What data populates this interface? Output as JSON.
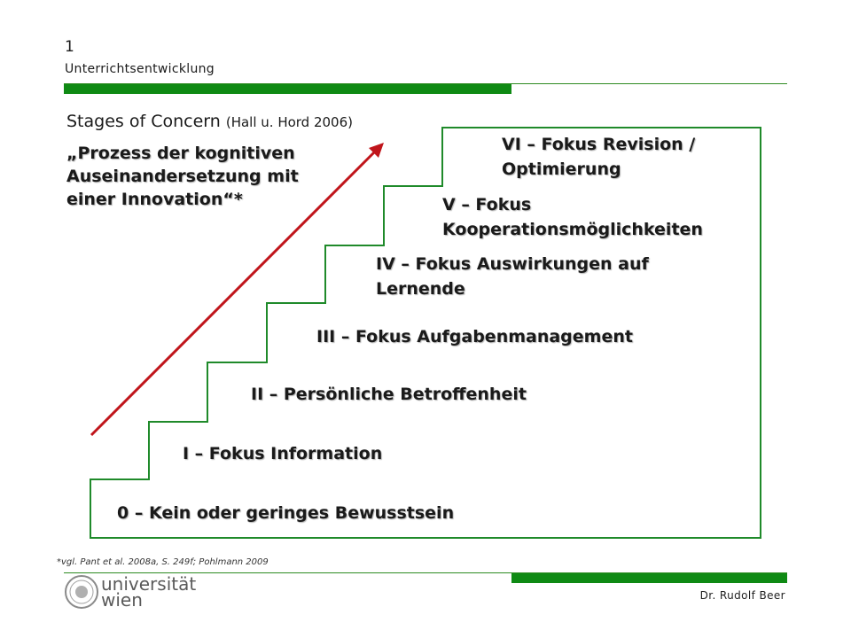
{
  "header": {
    "slide_number": "1",
    "section": "Unterrichtsentwicklung"
  },
  "title": {
    "main": "Stages of Concern",
    "citation": "(Hall u. Hord 2006)"
  },
  "quote": "„Prozess der kognitiven Auseinandersetzung mit einer Innovation“*",
  "stages": [
    {
      "label": "0 – Kein oder geringes Bewusstsein"
    },
    {
      "label": "I – Fokus Information"
    },
    {
      "label": "II – Persönliche Betroffenheit"
    },
    {
      "label": "III – Fokus Aufgabenmanagement"
    },
    {
      "label": "IV – Fokus Auswirkungen auf Lernende"
    },
    {
      "label": "V – Fokus Kooperationsmöglichkeiten"
    },
    {
      "label": "VI – Fokus Revision / Optimierung"
    }
  ],
  "footnote": "*vgl. Pant et al. 2008a, S. 249f; Pohlmann 2009",
  "footer": {
    "logo_line1": "universität",
    "logo_line2": "wien",
    "author": "Dr. Rudolf Beer"
  },
  "colors": {
    "accent_green": "#0f8a14",
    "step_border": "#1f8a2a",
    "arrow_red": "#c0151b"
  }
}
